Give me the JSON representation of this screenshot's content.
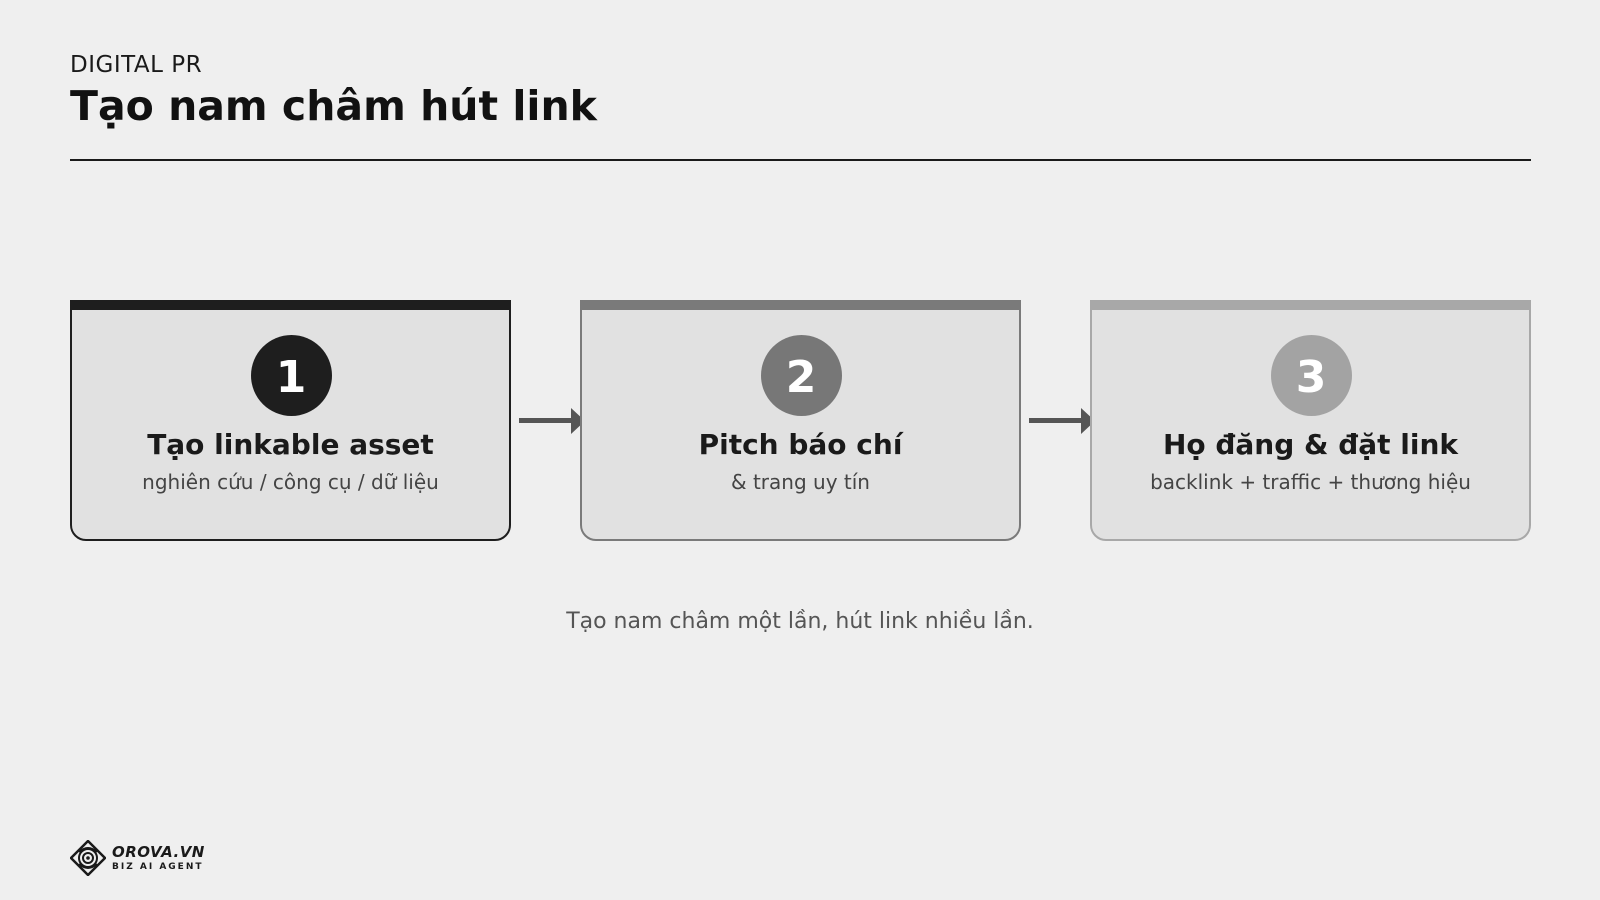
{
  "header": {
    "eyebrow": "DIGITAL PR",
    "title": "Tạo nam châm hút link"
  },
  "steps": [
    {
      "number": "1",
      "title": "Tạo linkable asset",
      "subtitle": "nghiên cứu / công cụ / dữ liệu",
      "color": "#1e1e1e"
    },
    {
      "number": "2",
      "title": "Pitch báo chí",
      "subtitle": "& trang uy tín",
      "color": "#777777"
    },
    {
      "number": "3",
      "title": "Họ đăng & đặt link",
      "subtitle": "backlink + traffic + thương hiệu",
      "color": "#a3a3a3"
    }
  ],
  "arrow_color": "#555555",
  "footnote": "Tạo nam châm một lần, hút link nhiều lần.",
  "logo": {
    "icon": "orova-logo-icon",
    "name": "OROVA.VN",
    "tagline": "BIZ AI AGENT"
  }
}
